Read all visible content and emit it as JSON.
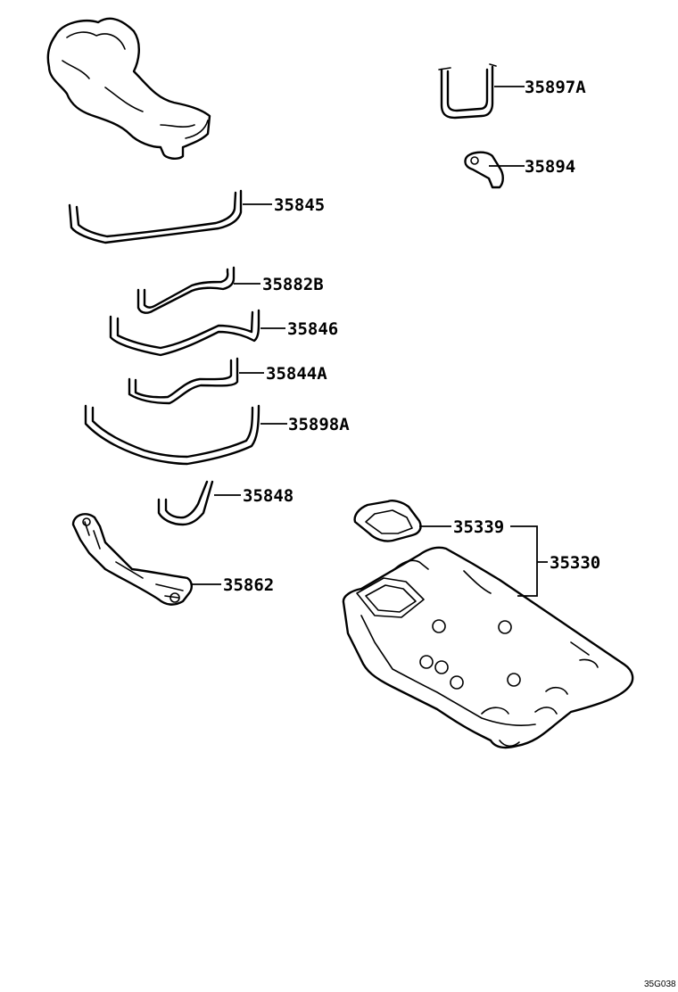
{
  "labels": {
    "p35897A": "35897A",
    "p35894": "35894",
    "p35845": "35845",
    "p35882B": "35882B",
    "p35846": "35846",
    "p35844A": "35844A",
    "p35898A": "35898A",
    "p35848": "35848",
    "p35862": "35862",
    "p35339": "35339",
    "p35330": "35330"
  },
  "diagram_code": "35G038"
}
